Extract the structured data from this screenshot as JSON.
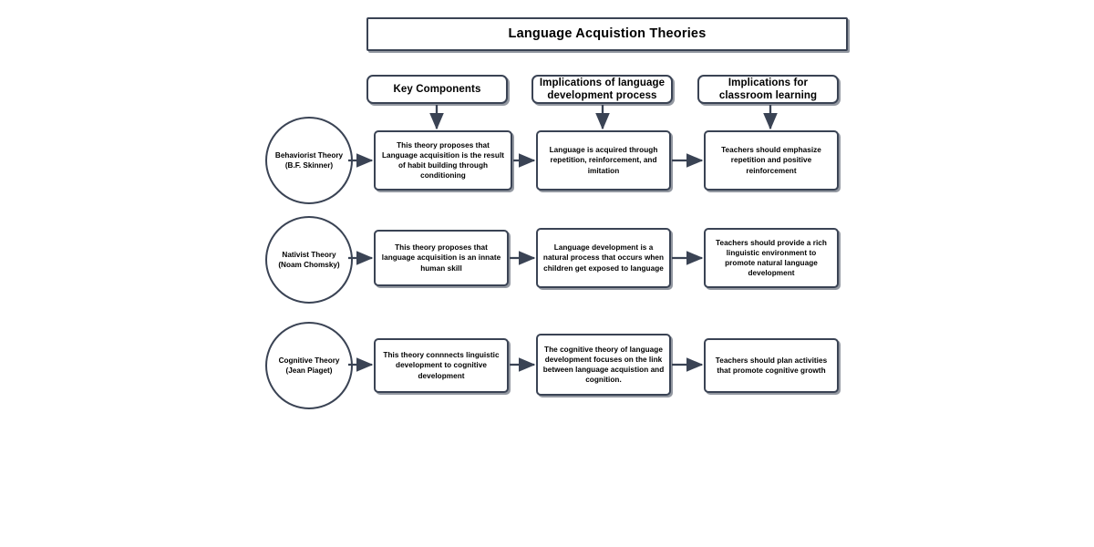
{
  "diagram": {
    "title": "Language Acquistion Theories",
    "column_headers": [
      {
        "id": "key-components",
        "label": "Key Components"
      },
      {
        "id": "implications-language-development",
        "label": "Implications of language development process"
      },
      {
        "id": "implications-classroom-learning",
        "label": "Implications for classroom learning"
      }
    ],
    "rows": [
      {
        "id": "behaviorist",
        "theory": "Behaviorist Theory\n(B.F. Skinner)",
        "cells": [
          "This theory proposes that Language acquisition is the result of habit building through conditioning",
          "Language is acquired through repetition, reinforcement, and imitation",
          "Teachers should emphasize repetition and positive reinforcement"
        ]
      },
      {
        "id": "nativist",
        "theory": "Nativist Theory\n(Noam Chomsky)",
        "cells": [
          "This theory proposes that language acquisition is an innate human skill",
          "Language development is a natural process that occurs when children get exposed to language",
          "Teachers should provide a rich linguistic environment to promote natural language development"
        ]
      },
      {
        "id": "cognitive",
        "theory": "Cognitive Theory\n(Jean Piaget)",
        "cells": [
          "This theory connnects linguistic development to cognitive development",
          "The cognitive theory of language development focuses on the link between language acquistion and cognition.",
          "Teachers should plan activities that promote cognitive growth"
        ]
      }
    ],
    "colors": {
      "stroke": "#3a4354",
      "background": "#ffffff",
      "text": "#000000"
    }
  }
}
